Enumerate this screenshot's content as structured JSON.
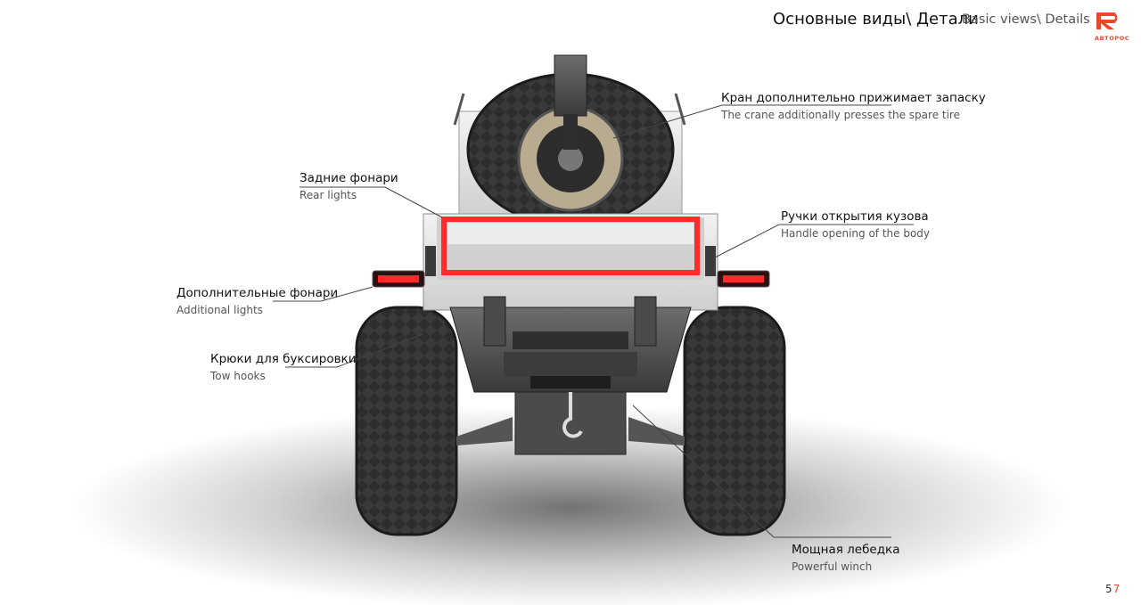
{
  "header": {
    "title_ru": "Основные виды\\ Детали",
    "title_en": "Basic views\\ Details"
  },
  "logo": {
    "text": "АВТОРОС",
    "icon": "r-logo-icon",
    "color": "#e8492d"
  },
  "page_number": {
    "main": "5",
    "accent": "7"
  },
  "callouts": [
    {
      "id": "crane",
      "ru": "Кран дополнительно прижимает запаску",
      "en": "The crane additionally presses the spare tire"
    },
    {
      "id": "rear-lights",
      "ru": "Задние фонари",
      "en": "Rear lights"
    },
    {
      "id": "handles",
      "ru": "Ручки открытия кузова",
      "en": "Handle opening of the body"
    },
    {
      "id": "add-lights",
      "ru": "Дополнительные фонари",
      "en": "Additional lights"
    },
    {
      "id": "tow-hooks",
      "ru": "Крюки для буксировки",
      "en": "Tow hooks"
    },
    {
      "id": "winch",
      "ru": "Мощная лебедка",
      "en": "Powerful winch"
    }
  ],
  "colors": {
    "accent": "#e8492d",
    "taillight": "#ff2a2a",
    "body": "#e4e4e4",
    "tire": "#2a2a2a"
  }
}
